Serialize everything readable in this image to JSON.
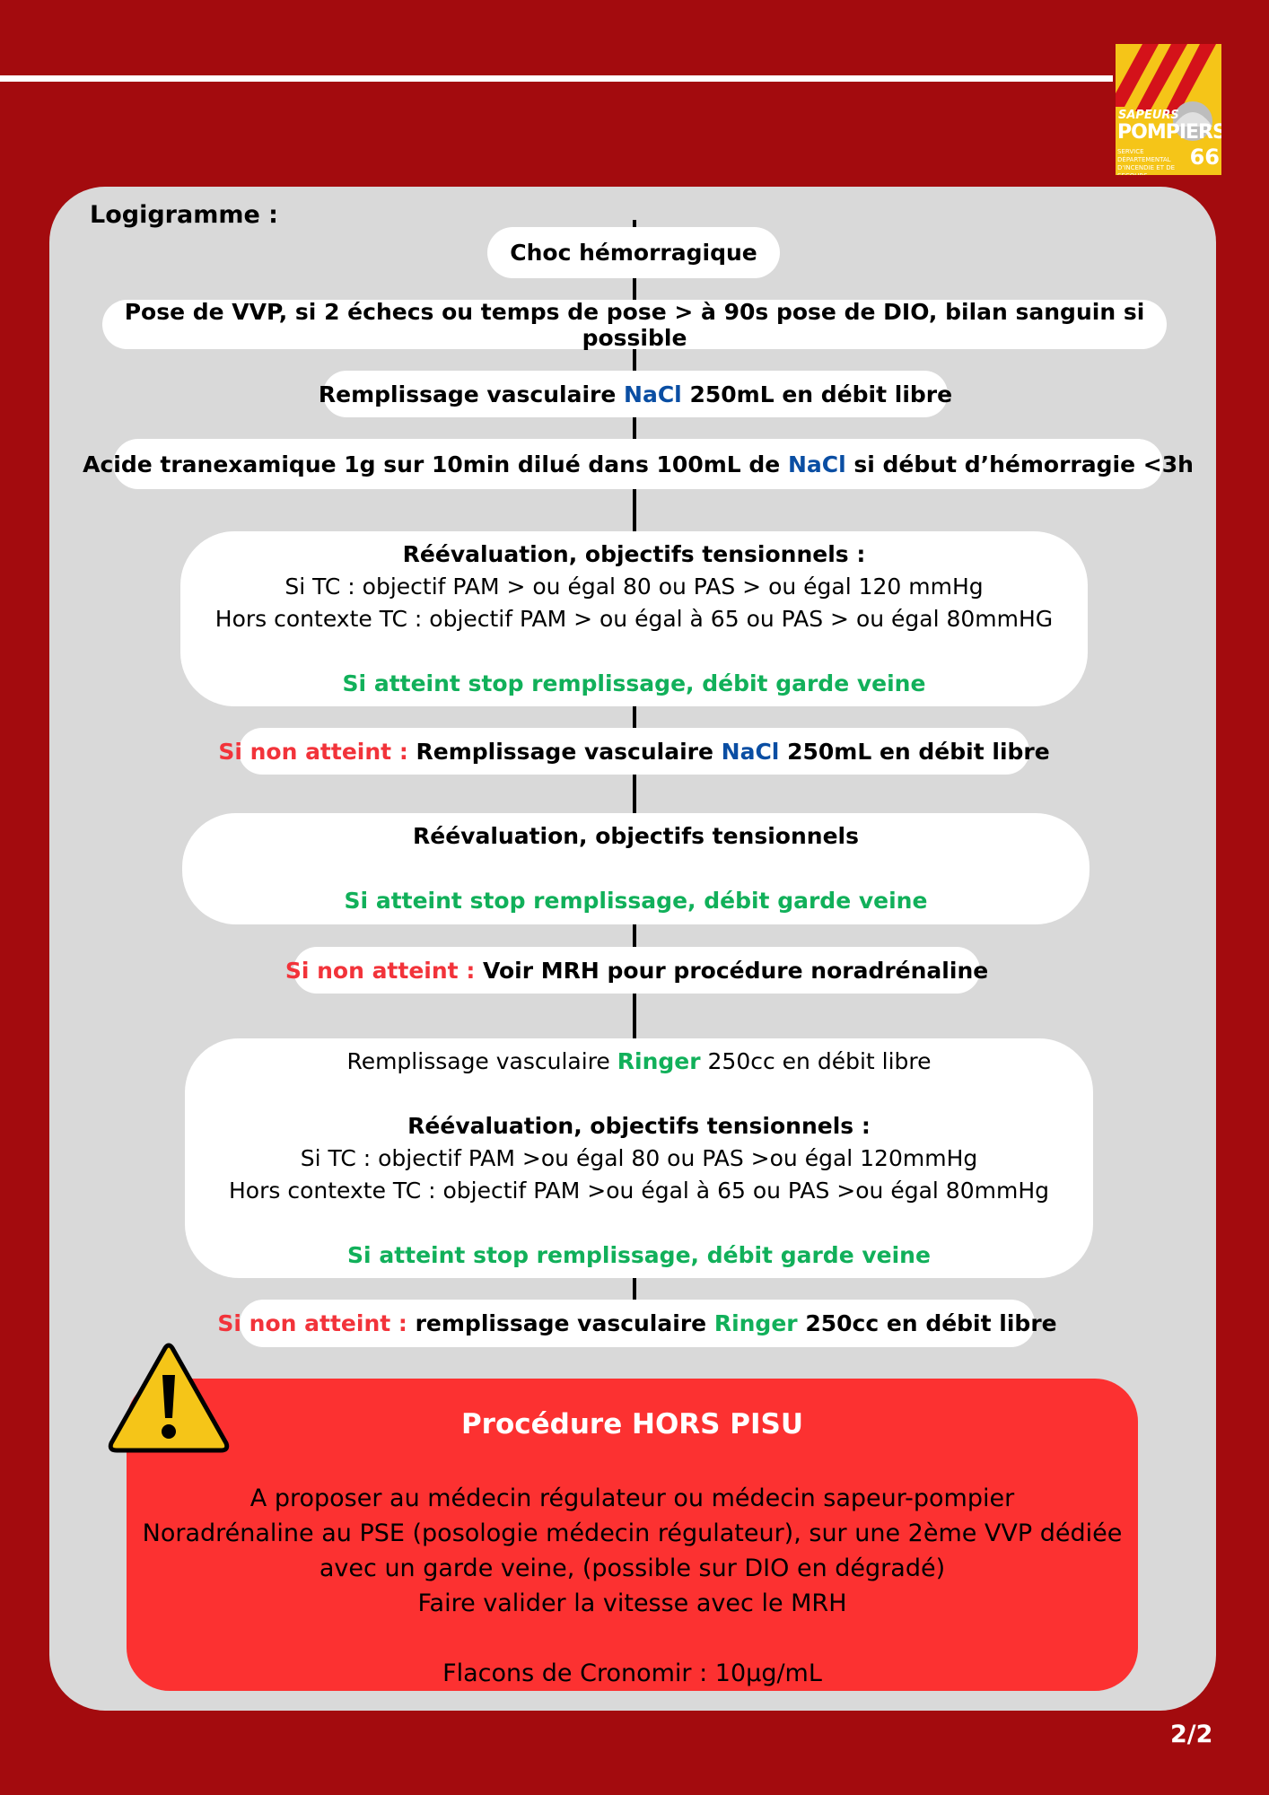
{
  "logo": {
    "line1": "SAPEURS",
    "line2": "POMPIERS",
    "line3": "SERVICE DÉPARTEMENTAL D'INCENDIE ET DE SECOURS",
    "number": "66"
  },
  "title": "Logigramme :",
  "steps": {
    "s1": {
      "text": "Choc hémorragique"
    },
    "s2": {
      "text": "Pose de VVP, si 2 échecs ou temps de pose > à 90s pose de DIO, bilan sanguin si possible"
    },
    "s3": {
      "a": "Remplissage vasculaire ",
      "b": "NaCl",
      "c": " 250mL en débit libre"
    },
    "s4": {
      "a": "Acide tranexamique 1g sur 10min dilué dans 100mL de ",
      "b": "NaCl",
      "c": " si début d’hémorragie <3h"
    },
    "s5": {
      "heading": "Réévaluation, objectifs tensionnels :",
      "l1": "Si TC : objectif PAM > ou égal 80 ou PAS > ou égal 120 mmHg",
      "l2": "Hors contexte TC : objectif PAM > ou égal à 65 ou PAS > ou égal 80mmHG",
      "green": "Si atteint stop remplissage, débit garde veine"
    },
    "s6": {
      "a": "Si non atteint : ",
      "b": "Remplissage vasculaire ",
      "c": "NaCl",
      "d": " 250mL en débit libre"
    },
    "s7": {
      "heading": "Réévaluation, objectifs tensionnels",
      "green": "Si atteint stop remplissage, débit garde veine"
    },
    "s8": {
      "a": "Si non atteint : ",
      "b": "Voir MRH pour procédure noradrénaline"
    },
    "s9": {
      "a": "Remplissage vasculaire ",
      "b": "Ringer",
      "c": " 250cc en débit libre",
      "heading": "Réévaluation, objectifs tensionnels :",
      "l1": "Si TC : objectif PAM >ou égal 80 ou PAS >ou égal 120mmHg",
      "l2": "Hors contexte TC : objectif PAM >ou égal à 65 ou PAS >ou égal 80mmHg",
      "green": "Si atteint stop remplissage, débit garde veine"
    },
    "s10": {
      "a": "Si non atteint : ",
      "b": "remplissage vasculaire ",
      "c": "Ringer",
      "d": " 250cc en débit libre"
    }
  },
  "warning": {
    "title": "Procédure HORS PISU",
    "l1": "A proposer au médecin régulateur ou médecin sapeur-pompier",
    "l2": "Noradrénaline au PSE (posologie médecin régulateur), sur une 2ème VVP dédiée",
    "l3": "avec un garde veine, (possible sur DIO en dégradé)",
    "l4": "Faire valider la vitesse avec le MRH",
    "l5": "Flacons de Cronomir : 10µg/mL"
  },
  "page_number": "2/2",
  "colors": {
    "background": "#a30b0e",
    "panel": "#d9d9d9",
    "nacl_blue": "#0a4ea3",
    "green": "#11b05a",
    "red": "#f2333a",
    "warning_box": "#fc3131",
    "warning_icon": "#f5c518"
  },
  "icons": {
    "warning": "warning-triangle-icon",
    "logo_helmet": "helmet-icon"
  }
}
